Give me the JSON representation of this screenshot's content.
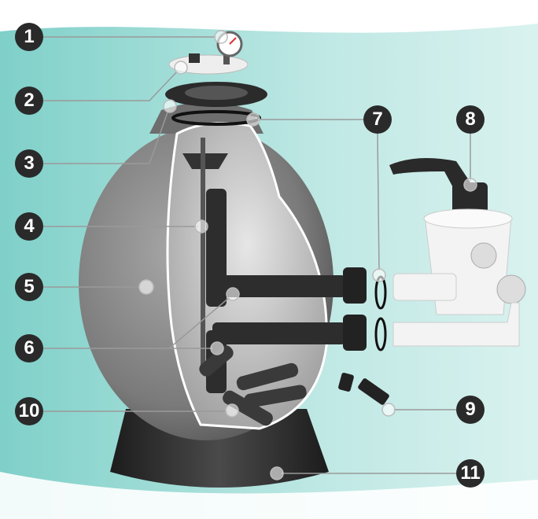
{
  "diagram": {
    "callouts": [
      {
        "id": "1",
        "label": "1"
      },
      {
        "id": "2",
        "label": "2"
      },
      {
        "id": "3",
        "label": "3"
      },
      {
        "id": "4",
        "label": "4"
      },
      {
        "id": "5",
        "label": "5"
      },
      {
        "id": "6",
        "label": "6"
      },
      {
        "id": "7",
        "label": "7"
      },
      {
        "id": "8",
        "label": "8"
      },
      {
        "id": "9",
        "label": "9"
      },
      {
        "id": "10",
        "label": "10"
      },
      {
        "id": "11",
        "label": "11"
      }
    ],
    "colors": {
      "background_wave": "#9fdcd6",
      "badge": "#2a2a2a",
      "tank": "#8a8a8a",
      "base": "#2b2b2b",
      "valve": "#f2f2f2"
    }
  }
}
